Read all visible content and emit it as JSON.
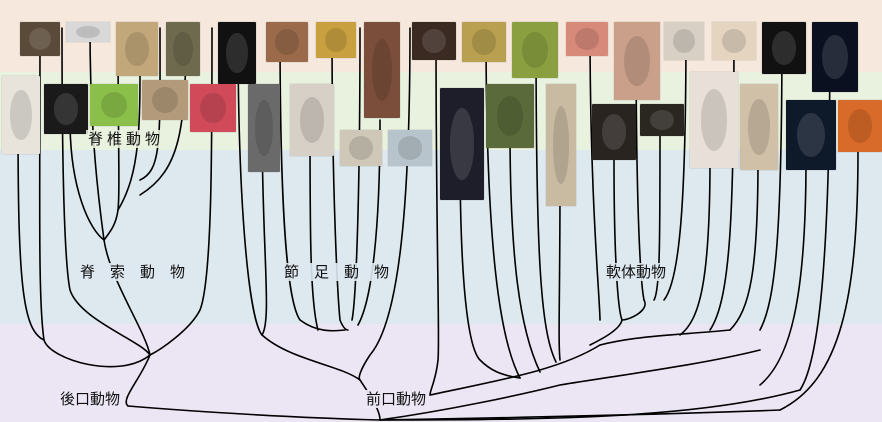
{
  "labels": {
    "vertebrata": "脊椎動物",
    "chordata": "脊　索　動　物",
    "arthropoda": "節　足　動　物",
    "mollusca": "軟体動物",
    "deuterostomia": "後口動物",
    "protostomia": "前口動物"
  },
  "organisms": [
    {
      "name": "sea-urchin-photo",
      "color": "#5a4a3a"
    },
    {
      "name": "fish-photo",
      "color": "#d8d8d8"
    },
    {
      "name": "rabbit-photo",
      "color": "#c2a77a"
    },
    {
      "name": "lizard-photo",
      "color": "#6e6a4e"
    },
    {
      "name": "tunicate-photo",
      "color": "#e8e4dc"
    },
    {
      "name": "amphioxus-photo",
      "color": "#1a1a1a"
    },
    {
      "name": "frog-photo",
      "color": "#8ac04a"
    },
    {
      "name": "sparrow-photo",
      "color": "#b39a7a"
    },
    {
      "name": "sea-squirt-photo",
      "color": "#d04a5a"
    },
    {
      "name": "nematode-photo",
      "color": "#111111"
    },
    {
      "name": "crab-photo",
      "color": "#9a6a4a"
    },
    {
      "name": "bee-photo",
      "color": "#c8a040"
    },
    {
      "name": "millipede-photo",
      "color": "#7a4e3a"
    },
    {
      "name": "onychophoran-photo",
      "color": "#6a6a6a"
    },
    {
      "name": "spider-photo",
      "color": "#d6d0c6"
    },
    {
      "name": "crustacean-photo",
      "color": "#cfc8b8"
    },
    {
      "name": "tardigrade-photo",
      "color": "#b8c4cc"
    },
    {
      "name": "flatworm-photo",
      "color": "#3a2a22"
    },
    {
      "name": "bryozoan-photo",
      "color": "#b8a050"
    },
    {
      "name": "arrow-worm-photo",
      "color": "#1e1e2a"
    },
    {
      "name": "brachiopod-photo",
      "color": "#5a6a3a"
    },
    {
      "name": "coral-photo",
      "color": "#8aa040"
    },
    {
      "name": "nemertean-photo",
      "color": "#c9bba2"
    },
    {
      "name": "earthworm-photo",
      "color": "#d88a7a"
    },
    {
      "name": "chiton-photo",
      "color": "#2a2420"
    },
    {
      "name": "squid-photo",
      "color": "#caa08a"
    },
    {
      "name": "snail-photo",
      "color": "#2a2620"
    },
    {
      "name": "seashell-photo",
      "color": "#d8d0c4"
    },
    {
      "name": "planarian-photo",
      "color": "#e8e0d8"
    },
    {
      "name": "sipunculid-photo",
      "color": "#d0c0a8"
    },
    {
      "name": "roundworm-photo",
      "color": "#e4d4c0"
    },
    {
      "name": "acoel-photo",
      "color": "#e8e2da"
    },
    {
      "name": "nematomorph-photo",
      "color": "#111111"
    },
    {
      "name": "ctenophore-photo",
      "color": "#0a1020"
    },
    {
      "name": "jellyfish-photo",
      "color": "#0e1a2a"
    },
    {
      "name": "sponge-photo",
      "color": "#d86a2a"
    }
  ]
}
